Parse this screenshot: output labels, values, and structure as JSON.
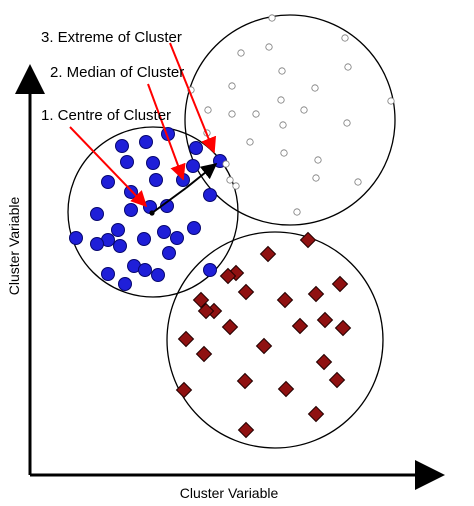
{
  "labels": {
    "extreme": "3. Extreme of Cluster",
    "median": "2. Median of Cluster",
    "centre": "1. Centre of Cluster",
    "x_axis": "Cluster Variable",
    "y_axis": "Cluster Variable"
  },
  "colors": {
    "blue_fill": "#1f1fd8",
    "blue_stroke": "#06066f",
    "red_fill": "#8f1111",
    "red_stroke": "#220000",
    "arrow_red": "#ff0000",
    "line": "#000000",
    "open_circle": "#7a7a7a"
  },
  "clusters": [
    {
      "kind": "blue-circle-cluster"
    },
    {
      "kind": "open-circle-cluster"
    },
    {
      "kind": "red-diamond-cluster"
    }
  ]
}
